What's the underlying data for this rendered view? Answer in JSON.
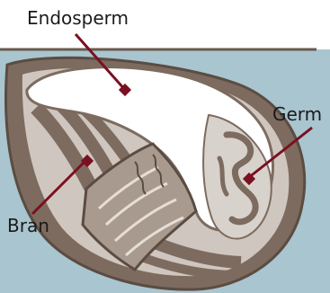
{
  "labels": {
    "endosperm": "Endosperm",
    "germ": "Germ",
    "bran": "Bran"
  },
  "colors": {
    "background": "#a9c5cf",
    "top_band": "#ffffff",
    "rule": "#6b5a4f",
    "shell": "#7d6b5f",
    "shell_light": "#cfc6bf",
    "endosperm": "#ffffff",
    "leader": "#7a1020"
  }
}
